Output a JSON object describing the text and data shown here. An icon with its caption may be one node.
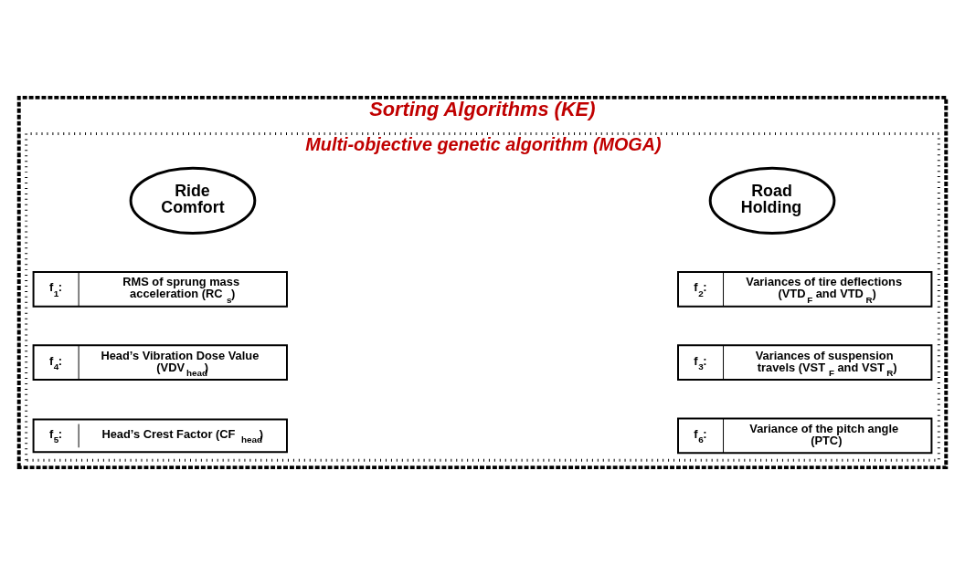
{
  "diagram": {
    "nodes": [
      {
        "text": [
          "Sorting Algorithms (KE)"
        ]
      },
      {
        "text": [
          "Multi-objective genetic algorithm (MOGA)"
        ],
        "in": 0
      },
      {
        "text": [
          "Ride Comfort"
        ],
        "in": 1
      },
      {
        "text": [
          "Road Holding"
        ],
        "in": 1
      },
      {
        "text": [
          "f$_{1}$:",
          "RMS of sprung mass acceleration (RC$_{s}$)"
        ],
        "in": 1
      },
      {
        "text": [
          "f$_{2}$:",
          "Variances of tire deflections (VTD$_{F}$ and VTD$_{R}$)"
        ],
        "in": 1
      },
      {
        "text": [
          "f$_{4}$:",
          "Head’s Vibration Dose Value (VDV$_{head}$)"
        ],
        "in": 1
      },
      {
        "text": [
          "f$_{3}$:",
          "Variances of suspension travels (VST$_{F}$ and VST$_{R}$)"
        ],
        "in": 1
      },
      {
        "text": [
          "f$_{5}$:",
          "Head’s Crest Factor (CF$_{head}$)"
        ],
        "in": 1
      },
      {
        "text": [
          "f$_{6}$:",
          "Variance of the pitch angle (PTC)"
        ],
        "in": 1
      }
    ],
    "edges": []
  }
}
